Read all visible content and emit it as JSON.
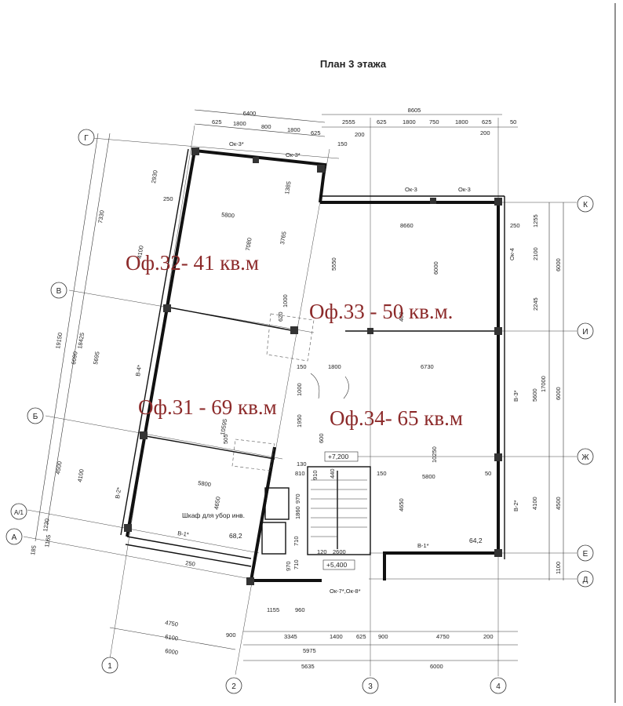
{
  "title": "План 3 этажа",
  "offices": [
    {
      "id": "of32",
      "label": "Оф.32- 41 кв.м"
    },
    {
      "id": "of33",
      "label": "Оф.33 - 50 кв.м."
    },
    {
      "id": "of31",
      "label": "Оф.31 - 69 кв.м"
    },
    {
      "id": "of34",
      "label": "Оф.34- 65 кв.м"
    }
  ],
  "axes": {
    "rows_left": [
      "Г",
      "В",
      "Б",
      "А/1",
      "А"
    ],
    "rows_right": [
      "К",
      "И",
      "Ж",
      "Е",
      "Д"
    ],
    "columns": [
      "1",
      "2",
      "3",
      "4"
    ]
  },
  "rooms": {
    "storage": "Шкаф для убор инв.",
    "area_left": "68,2",
    "area_right": "64,2",
    "level_1": "+7,200",
    "level_2": "+5,400"
  },
  "windows": {
    "w1": "Ок-3*",
    "w2": "Ок-3*",
    "w3": "Ок-3",
    "w4": "Ок-3",
    "w5": "Ок-4",
    "w6": "Ок-7*,Ок-8*"
  },
  "beams": {
    "b1": "В-4*",
    "b2": "В-2*",
    "b3": "В-1*",
    "b4": "В-3*",
    "b5": "В-2*",
    "b6": "В-1*"
  },
  "dims": {
    "d6400": "6400",
    "d8605": "8605",
    "d625": "625",
    "d1800": "1800",
    "d800": "800",
    "d200": "200",
    "d2555": "2555",
    "d750": "750",
    "d50": "50",
    "d150": "150",
    "d250": "250",
    "d7330": "7330",
    "d2930": "2930",
    "d4100": "4100",
    "d19150": "19150",
    "d18425": "18425",
    "d6090": "6090",
    "d5695": "5695",
    "d4500": "4500",
    "d1230": "1230",
    "d1165": "1165",
    "d185": "185",
    "d5800": "5800",
    "d7080": "7080",
    "d3765": "3765",
    "d1385": "1385",
    "d8660": "8660",
    "d6000": "6000",
    "d5550": "5550",
    "d1255": "1255",
    "d2100": "2100",
    "d2245": "2245",
    "d17000": "17000",
    "d6730": "6730",
    "d10595": "10595",
    "d10250": "10250",
    "d5600": "5600",
    "d4650": "4650",
    "d1100": "1100",
    "d4750": "4750",
    "d6100": "6100",
    "d900": "900",
    "d3345": "3345",
    "d1400": "1400",
    "d5975": "5975",
    "d5635": "5635",
    "d1155": "1155",
    "d960": "960",
    "d2600": "2600",
    "d120": "120",
    "d130": "130",
    "d810": "810",
    "d910": "910",
    "d440": "440",
    "d970": "970",
    "d1860": "1860",
    "d710": "710",
    "d620": "620",
    "d1000": "1000",
    "d1950": "1950",
    "d505": "505",
    "d600": "600",
    "d400": "400"
  }
}
